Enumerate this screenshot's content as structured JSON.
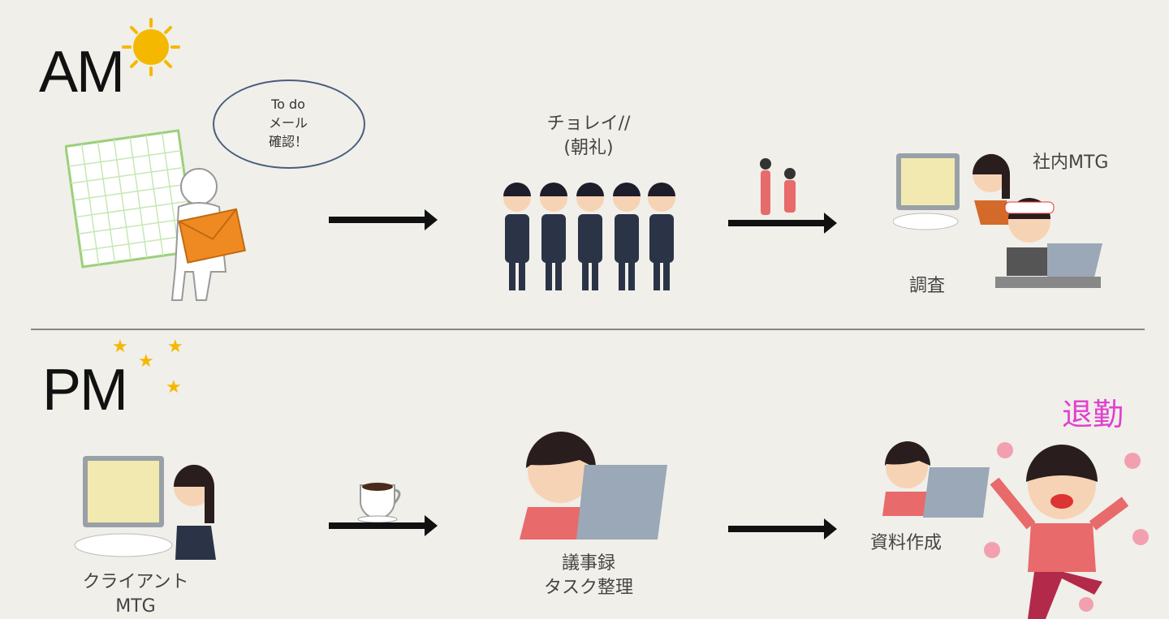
{
  "am": {
    "heading": "AM",
    "bubble_lines": [
      "To do",
      "メール",
      "確認！"
    ],
    "chorei_lines": [
      "チョレイ//",
      "(朝礼)"
    ],
    "internal_mtg": "社内MTG",
    "research": "調査"
  },
  "pm": {
    "heading": "PM",
    "client_mtg_lines": [
      "クライアント",
      "MTG"
    ],
    "minutes_lines": [
      "議事録",
      "タスク整理"
    ],
    "documents": "資料作成",
    "leave": "退勤"
  },
  "colors": {
    "background": "#f0efea",
    "arrow": "#111111",
    "leave": "#e040d0",
    "sun": "#f5b800"
  }
}
